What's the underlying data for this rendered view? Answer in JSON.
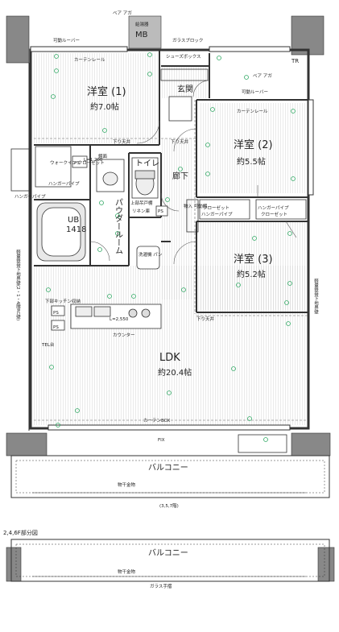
{
  "rooms": {
    "western1": {
      "name": "洋室 (1)",
      "size": "約7.0帖"
    },
    "western2": {
      "name": "洋室 (2)",
      "size": "約5.5帖"
    },
    "western3": {
      "name": "洋室 (3)",
      "size": "約5.2帖"
    },
    "ldk": {
      "name": "LDK",
      "size": "約20.4帖"
    },
    "toilet": "トイレ",
    "powder": "パウダールーム",
    "entrance": "玄関",
    "corridor": "廊下",
    "ub": {
      "name": "UB",
      "size": "1418"
    },
    "mb": "MB",
    "tr": "TR",
    "balcony": "バルコニー",
    "balcony_partial": "バルコニー"
  },
  "labels": {
    "water_heater": "給湯器",
    "vent_top_left": "ベア\nアガ",
    "vent_right": "ベア\nアガ",
    "movable_louver_left": "可動ルーバー",
    "movable_louver_right": "可動ルーバー",
    "glass_block": "ガラスブロック",
    "curtain_rail_1": "カーテンレール",
    "curtain_rail_2": "カーテンレール",
    "shoes_box": "シューズボックス",
    "ceiling_drop_1": "下り天井",
    "ceiling_drop_2": "下り天井",
    "ceiling_drop_3": "下り天井",
    "walkin_closet": "ウォークイン\nクローゼット",
    "hanger_pipe_wic": "ハンガーパイプ",
    "hanger_pipe_side": "ハンガーパイプ",
    "hanger_pipe_closet": "ハンガーパイプ",
    "hanger_pipe_closet2": "ハンガーパイプ",
    "closet_1": "クローゼット",
    "closet_2": "クローゼット",
    "storage_in": "物入\n可動棚",
    "linen": "リネン庫",
    "upper_cabinet": "上部吊戸棚",
    "laundry_pan": "洗濯機\nパン",
    "counter": "カウンター",
    "l_1200": "L=1,200",
    "l_2550": "L=2,550",
    "curtain_box": "カーテンBOX",
    "fix": "FIX",
    "tel": "TEL台",
    "ps_1": "PS",
    "ps_2": "PS",
    "ps_3": "PS",
    "ps_4": "PS",
    "mirror_cabinet": "鏡面",
    "wall_left": "軽量鉄骨下地界壁(2・1・4階RC壁)",
    "wall_right": "軽量鉄骨下地界壁",
    "lower_kitchen": "下部キッチン収納",
    "storage_clothes_1": "物干金物",
    "storage_clothes_2": "物干金物",
    "note_357": "(3,5,7階)",
    "partial_title": "2,4,6F部分図",
    "glass_rail": "ガラス手摺"
  }
}
